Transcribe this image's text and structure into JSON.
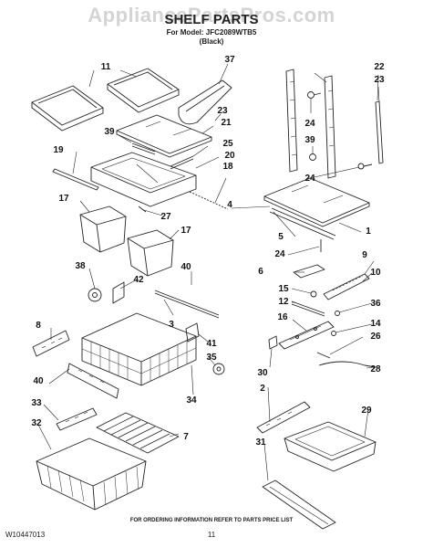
{
  "watermark": "AppliancePartsPros.com",
  "header": {
    "title": "SHELF PARTS",
    "model": "For Model: JFC2089WTB5",
    "color": "(Black)"
  },
  "callouts": [
    "11",
    "37",
    "22",
    "23",
    "23",
    "21",
    "24",
    "39",
    "25",
    "39",
    "20",
    "19",
    "18",
    "24",
    "27",
    "17",
    "4",
    "17",
    "1",
    "5",
    "24",
    "9",
    "6",
    "38",
    "42",
    "40",
    "10",
    "15",
    "12",
    "36",
    "16",
    "14",
    "3",
    "8",
    "41",
    "26",
    "35",
    "30",
    "40",
    "28",
    "2",
    "33",
    "34",
    "29",
    "32",
    "7",
    "31"
  ],
  "footer": {
    "note": "FOR ORDERING INFORMATION REFER TO PARTS PRICE LIST",
    "doc_number": "W10447013",
    "page": "11"
  }
}
